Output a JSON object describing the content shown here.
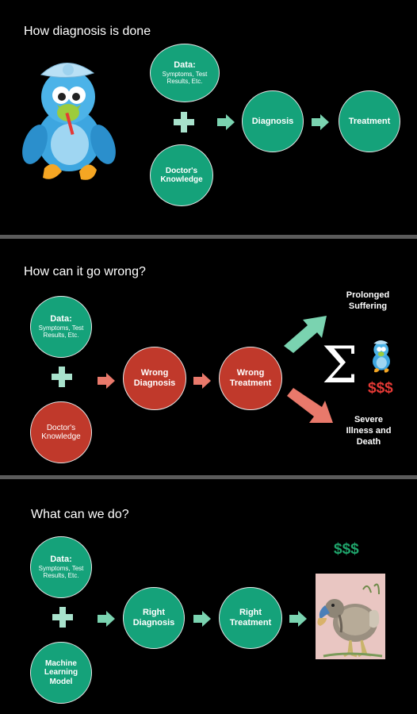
{
  "panel1": {
    "title": "How diagnosis is done",
    "data_title": "Data:",
    "data_detail": "Symptoms, Test Results, Etc.",
    "knowledge": "Doctor's Knowledge",
    "diagnosis": "Diagnosis",
    "treatment": "Treatment"
  },
  "panel2": {
    "title": "How can it go wrong?",
    "data_title": "Data:",
    "data_detail": "Symptoms, Test Results, Etc.",
    "knowledge": "Doctor's Knowledge",
    "wrong_diagnosis": "Wrong Diagnosis",
    "wrong_treatment": "Wrong Treatment",
    "outcome_up": "Prolonged Suffering",
    "outcome_down": "Severe Illness and Death",
    "sigma": "Σ",
    "cost": "$$$"
  },
  "panel3": {
    "title": "What can we do?",
    "data_title": "Data:",
    "data_detail": "Symptoms, Test Results, Etc.",
    "ml_model": "Machine Learning Model",
    "right_diagnosis": "Right Diagnosis",
    "right_treatment": "Right Treatment",
    "savings": "$$$"
  },
  "colors": {
    "green_node": "#15a27a",
    "red_node": "#c0392b",
    "arrow_green": "#7ad3b0",
    "arrow_red": "#e9796b",
    "cost_red": "#e53935",
    "savings_green": "#1fa46b",
    "separator": "#5b5b5b"
  }
}
